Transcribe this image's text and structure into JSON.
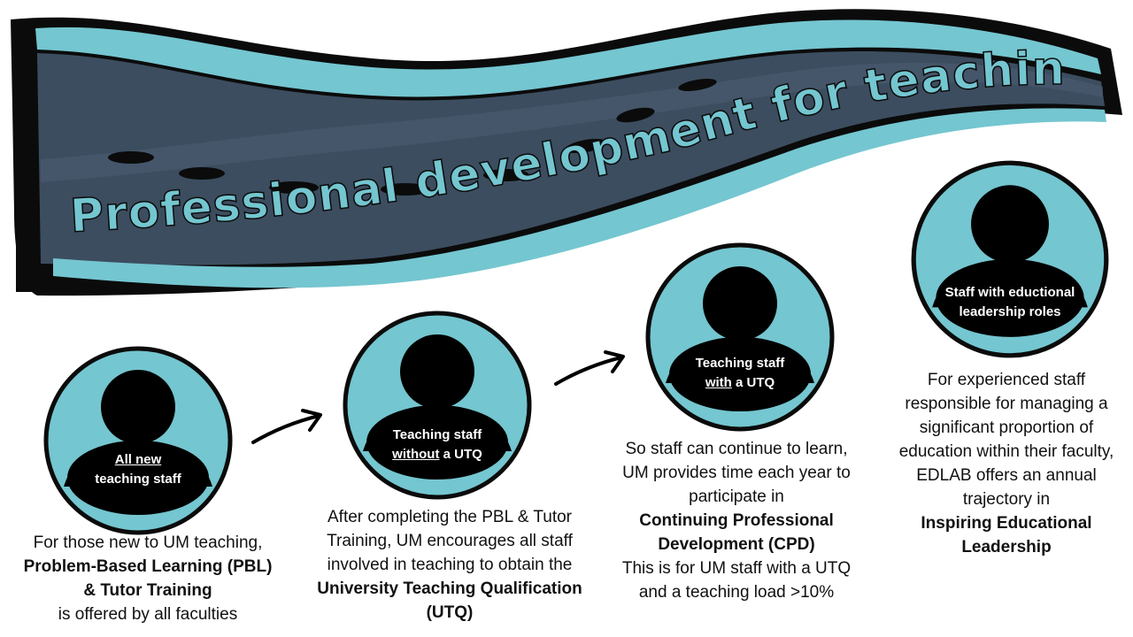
{
  "title": "Professional development for teaching staff",
  "colors": {
    "teal": "#74c6d0",
    "road": "#3c4d5f",
    "road_dark": "#27313c",
    "ink": "#000000"
  },
  "stages": [
    {
      "badge_underlined": "All new",
      "badge_rest": "teaching staff",
      "desc": {
        "line1": "For those new to UM teaching,",
        "bold1": "Problem-Based Learning (PBL)",
        "bold2": "& Tutor Training",
        "line2": "is offered by all faculties"
      }
    },
    {
      "badge_line1": "Teaching staff",
      "badge_underlined": "without",
      "badge_suffix": " a UTQ",
      "desc": {
        "line1": "After completing the PBL & Tutor",
        "line2": "Training, UM encourages all staff",
        "line3": "involved in teaching to obtain the",
        "bold1": "University Teaching Qualification",
        "bold2": "(UTQ)"
      }
    },
    {
      "badge_line1": "Teaching staff",
      "badge_underlined": "with",
      "badge_suffix": " a UTQ",
      "desc": {
        "line1": "So staff can continue to learn,",
        "line2": "UM provides time each year to",
        "line3": "participate in",
        "bold1": "Continuing Professional",
        "bold2": "Development (CPD)",
        "line4": "This is for UM staff with a UTQ",
        "line5": "and a teaching load >10%"
      }
    },
    {
      "badge_line1": "Staff with eductional",
      "badge_line2": "leadership roles",
      "desc": {
        "line1": "For experienced staff",
        "line2": "responsible for managing a",
        "line3": "significant proportion of",
        "line4": "education within their faculty,",
        "line5": "EDLAB offers an annual",
        "line6": "trajectory in",
        "bold1": "Inspiring Educational",
        "bold2": "Leadership"
      }
    }
  ]
}
